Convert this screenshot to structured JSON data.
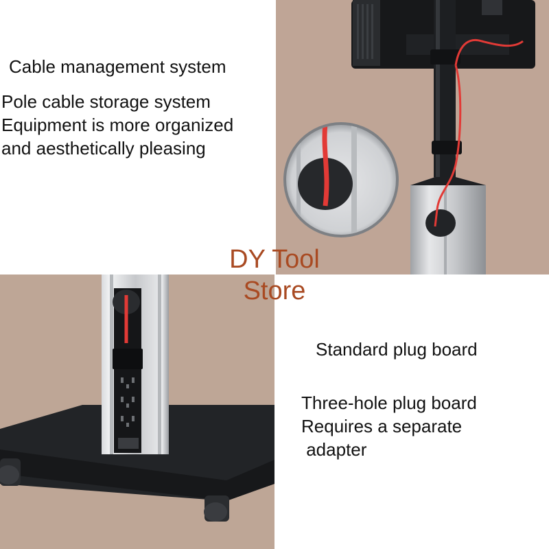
{
  "top_left": {
    "heading": "Cable management system",
    "line1": "Pole cable storage system",
    "line2": "Equipment is more organized",
    "line3": "and aesthetically pleasing"
  },
  "watermark": {
    "line1": "DY Tool",
    "line2": "Store",
    "color": "#a94a22"
  },
  "bottom_right": {
    "heading": "Standard plug board",
    "line1": "Three-hole plug board",
    "line2": "Requires a separate",
    "line3": " adapter"
  },
  "colors": {
    "backdrop": "#bfa596",
    "cable": "#e23a36",
    "pole": "#1d1f22",
    "column": "#c9cbce",
    "base": "#222427"
  }
}
